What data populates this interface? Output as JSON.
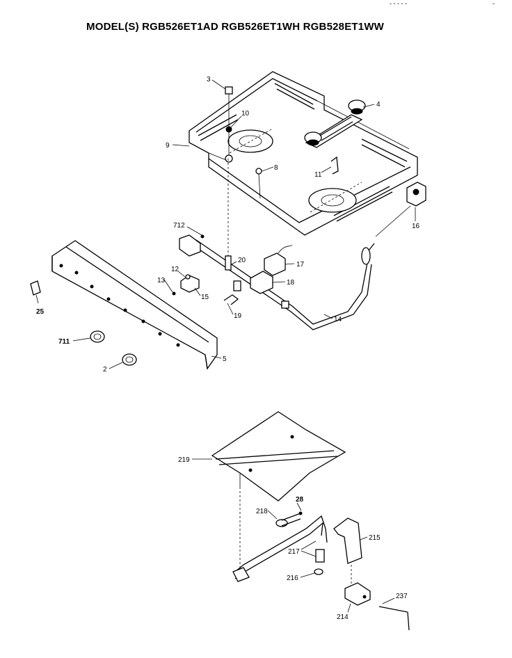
{
  "title": "MODEL(S) RGB526ET1AD  RGB526ET1WH  RGB528ET1WW",
  "corner_marks": {
    "left": "- - - - -",
    "right": "-"
  },
  "callouts": {
    "c3": "3",
    "c4": "4",
    "c10": "10",
    "c9": "9",
    "c8": "8",
    "c11": "11",
    "c16": "16",
    "c712": "712",
    "c20": "20",
    "c17": "17",
    "c12": "12",
    "c13": "13",
    "c15": "15",
    "c18": "18",
    "c19": "19",
    "c14": "14",
    "c25": "25",
    "c711": "711",
    "c5": "5",
    "c2": "2",
    "c219": "219",
    "c28": "28",
    "c218": "218",
    "c215": "215",
    "c217": "217",
    "c216": "216",
    "c237": "237",
    "c214": "214"
  }
}
